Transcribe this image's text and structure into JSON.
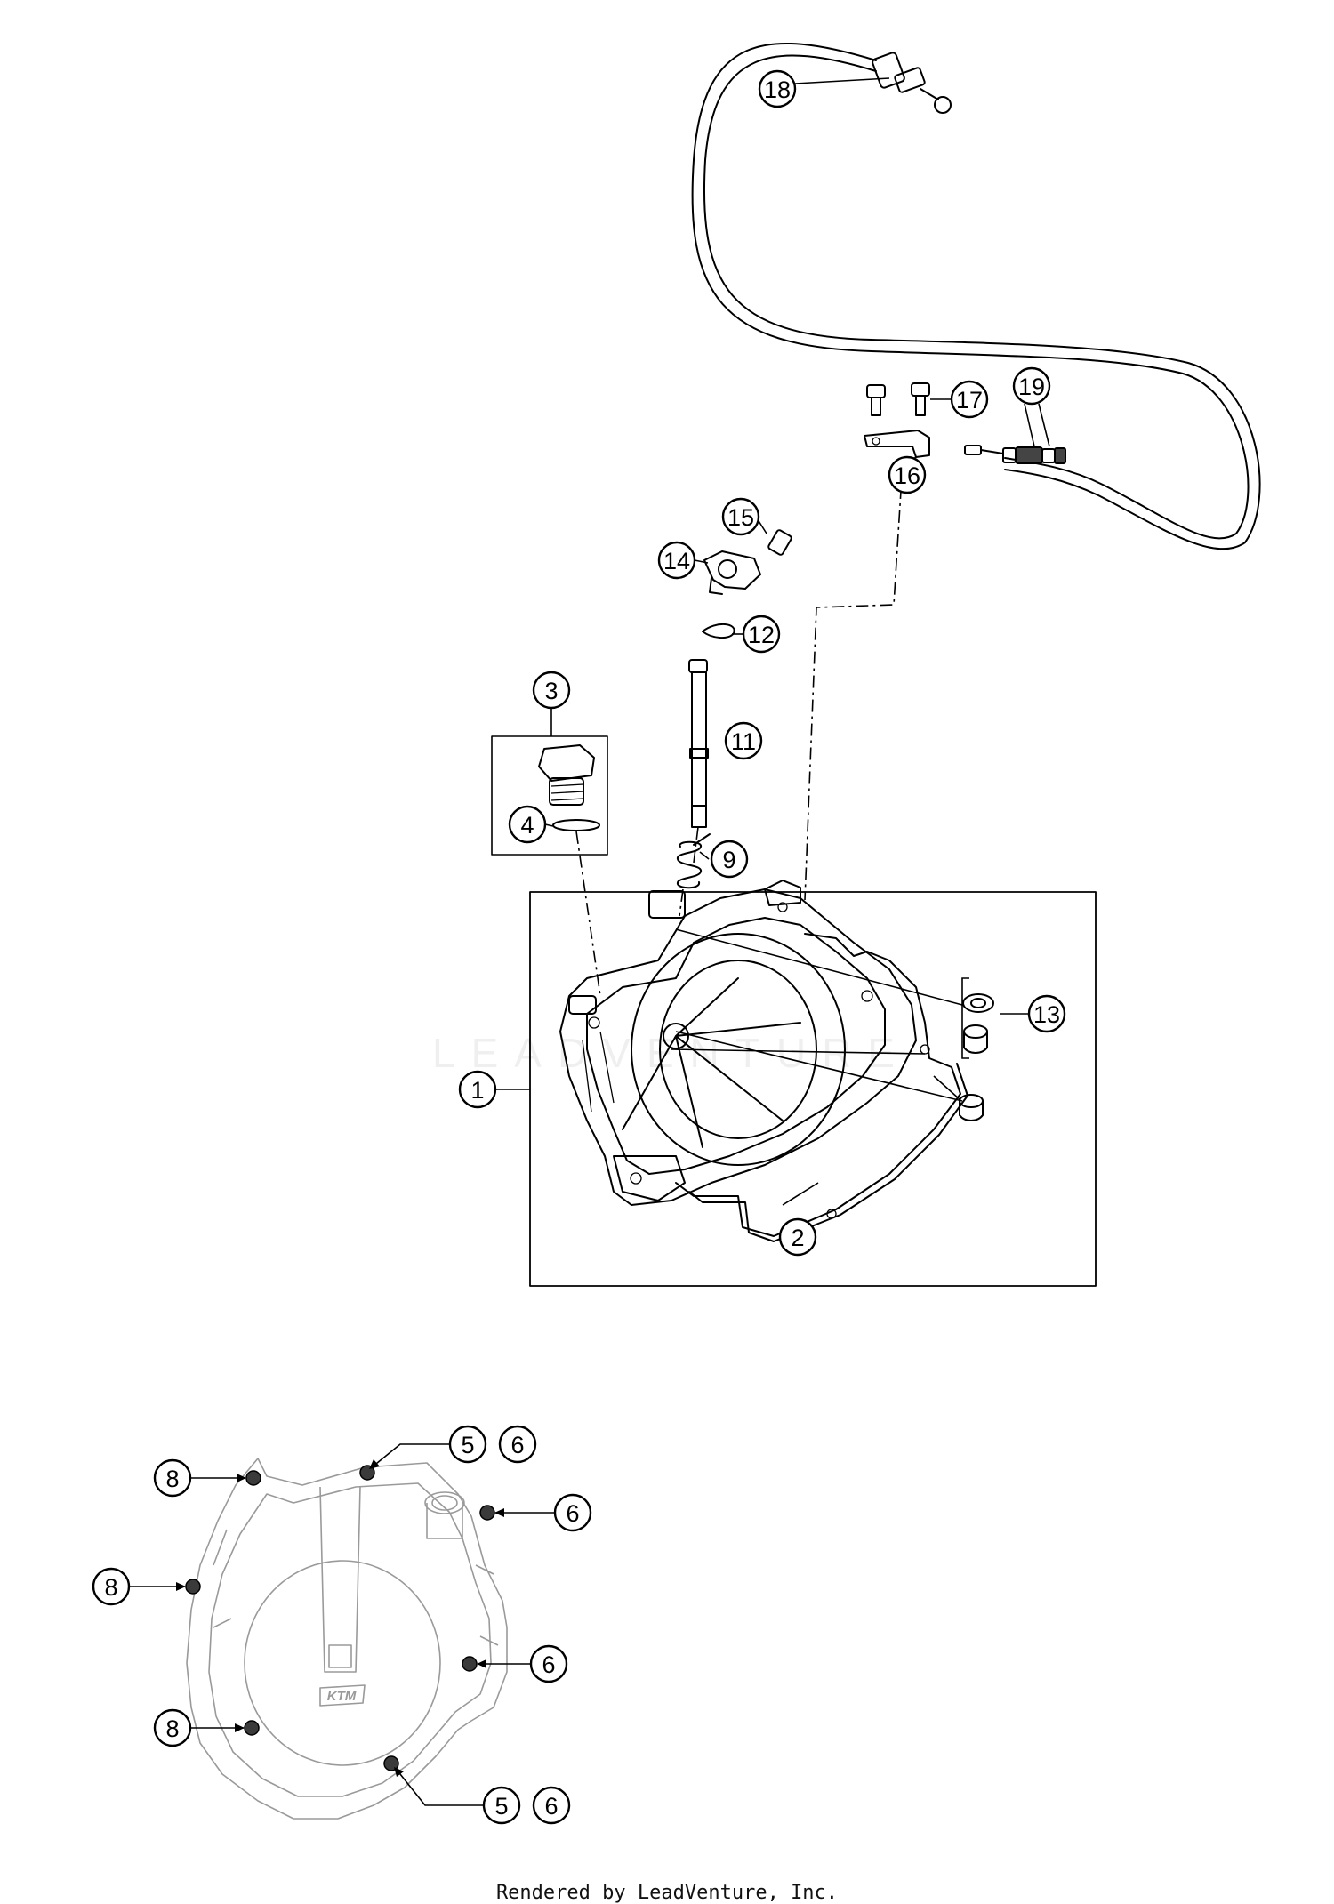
{
  "callouts": [
    {
      "label": "1"
    },
    {
      "label": "2"
    },
    {
      "label": "3"
    },
    {
      "label": "4"
    },
    {
      "label": "5"
    },
    {
      "label": "5"
    },
    {
      "label": "6"
    },
    {
      "label": "6"
    },
    {
      "label": "6"
    },
    {
      "label": "6"
    },
    {
      "label": "8"
    },
    {
      "label": "8"
    },
    {
      "label": "8"
    },
    {
      "label": "9"
    },
    {
      "label": "11"
    },
    {
      "label": "12"
    },
    {
      "label": "13"
    },
    {
      "label": "14"
    },
    {
      "label": "15"
    },
    {
      "label": "16"
    },
    {
      "label": "17"
    },
    {
      "label": "18"
    },
    {
      "label": "19"
    }
  ],
  "watermark": "LEADVENTURE",
  "footer": "Rendered by LeadVenture, Inc."
}
